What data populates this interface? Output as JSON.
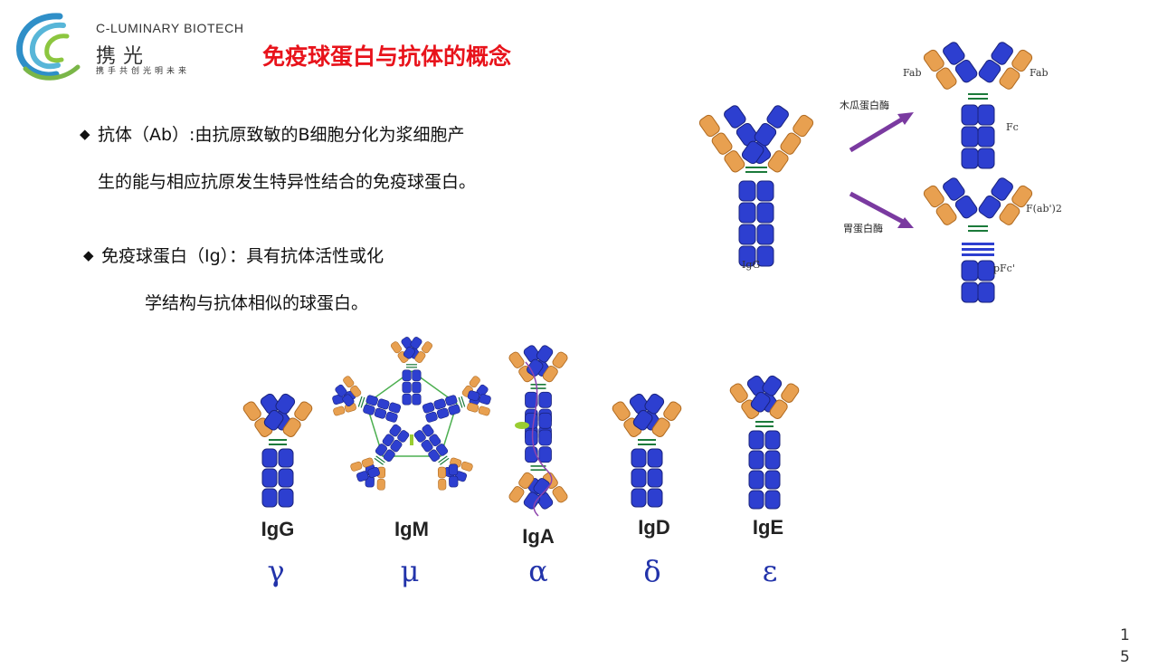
{
  "header": {
    "brand_en": "C-LUMINARY BIOTECH",
    "brand_cn": "携光",
    "slogan": "携手共创光明未来",
    "title": "免疫球蛋白与抗体的概念"
  },
  "bullets": [
    {
      "marker": "◆",
      "line1": "抗体（Ab）:由抗原致敏的B细胞分化为浆细胞产",
      "line2": "生的能与相应抗原发生特异性结合的免疫球蛋白。"
    },
    {
      "marker": "◆",
      "line1": "免疫球蛋白（Ig）：具有抗体活性或化",
      "line2": "学结构与抗体相似的球蛋白。"
    }
  ],
  "figure_top": {
    "igg": "IgG",
    "enzyme1": "木瓜蛋白酶",
    "enzyme2": "胃蛋白酶",
    "fab_left": "Fab",
    "fab_right": "Fab",
    "fc": "Fc",
    "fab2": "F(ab')2",
    "pfc": "pFc'"
  },
  "classes": [
    {
      "name": "IgG",
      "greek": "γ"
    },
    {
      "name": "IgM",
      "greek": "μ"
    },
    {
      "name": "IgA",
      "greek": "α"
    },
    {
      "name": "IgD",
      "greek": "δ"
    },
    {
      "name": "IgE",
      "greek": "ε"
    }
  ],
  "colors": {
    "title": "#e8131b",
    "heavy_chain": "#2d3fd0",
    "light_chain": "#e8a050",
    "greek": "#2233aa"
  },
  "page_number": "15"
}
